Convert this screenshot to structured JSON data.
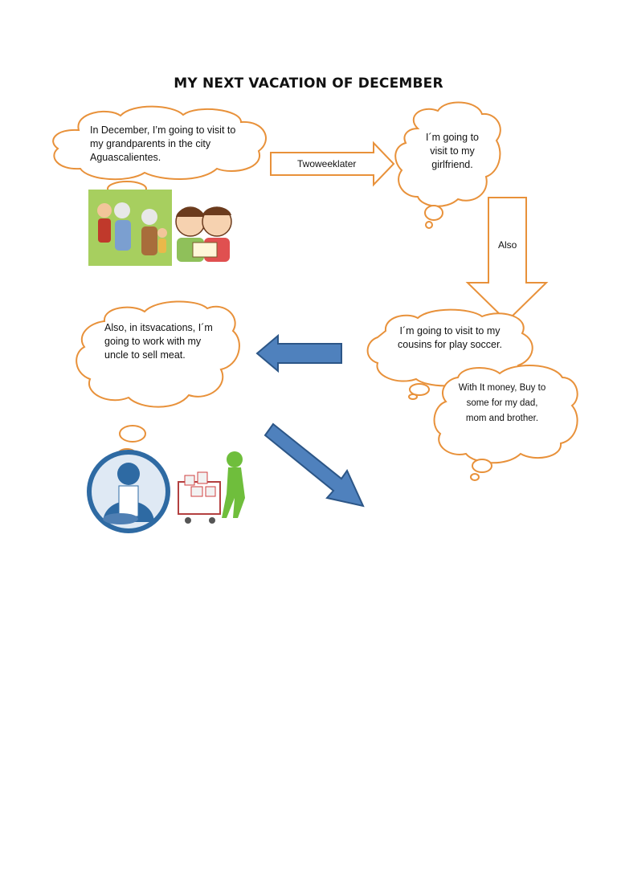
{
  "title": "MY NEXT VACATION OF DECEMBER",
  "bubbles": {
    "december": "In December, I’m going to visit to my grandparents in the city Aguascalientes.",
    "girlfriend": "I´m going to visit to my girlfriend.",
    "cousins": "I´m going to visit to my cousins for play soccer.",
    "money": "With It money, Buy to some for my dad, mom and brother.",
    "work": "Also, in itsvacations, I´m going to work with my uncle to sell meat."
  },
  "arrows": {
    "right_label": "Twoweeklater",
    "down_label": "Also"
  },
  "colors": {
    "bubble_outline": "#e8913a",
    "arrow_blue": "#4f81bd",
    "arrow_blue_stroke": "#2c5687"
  },
  "images": {
    "grandparents": "grandparents-clipart",
    "children": "children-reading-clipart",
    "butcher": "butcher-icon",
    "shopping": "shopping-cart-figure"
  }
}
